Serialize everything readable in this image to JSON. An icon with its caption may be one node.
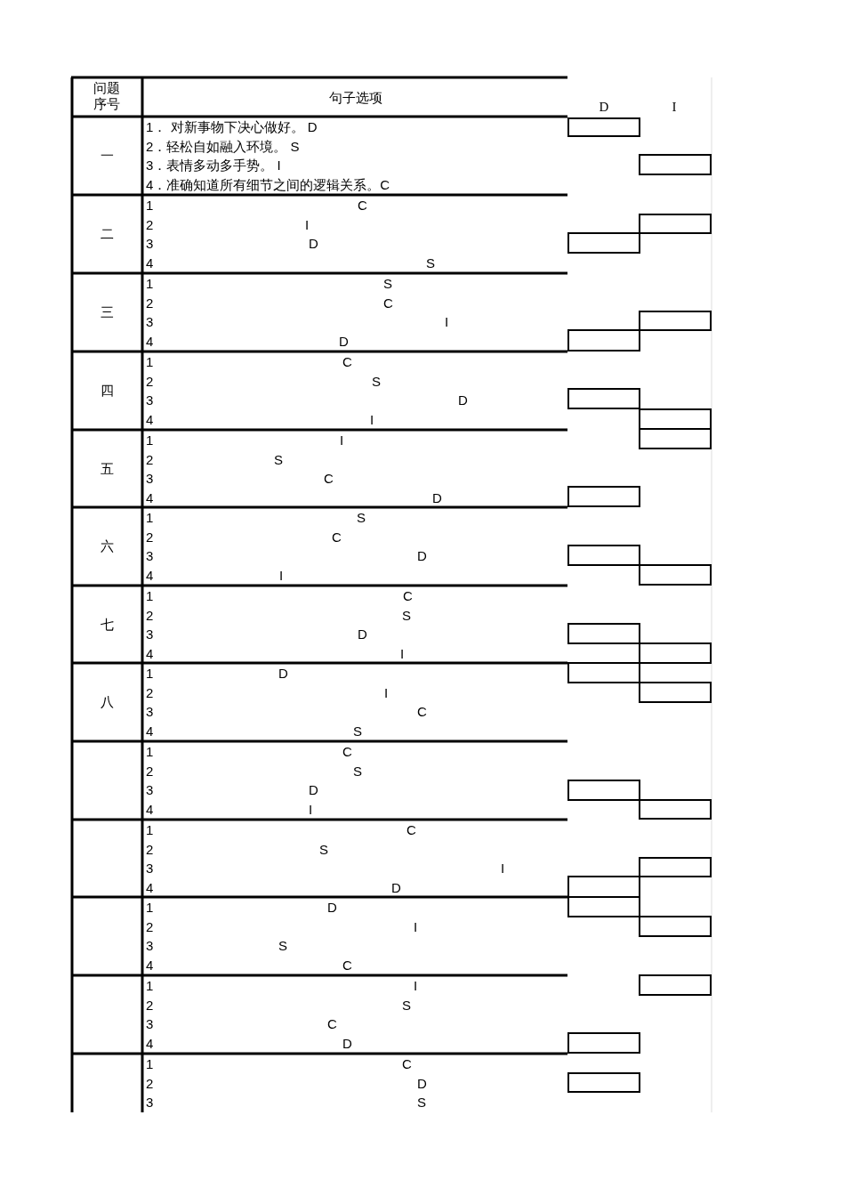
{
  "diagram": {
    "labels": [
      "问题序号",
      "句子选项",
      "D",
      "I",
      "一",
      "1． 对新事物下决心做好。 D",
      "2．轻松自如融入环境。 S",
      "3．表情多动多手势。 I",
      "4．准确知道所有细节之间的逻辑关系。C",
      "二",
      "1",
      "C",
      "2",
      "I",
      "3",
      "D",
      "4",
      "S",
      "三",
      "1",
      "S",
      "2",
      "C",
      "3",
      "I",
      "4",
      "D",
      "四",
      "1",
      "C",
      "2",
      "S",
      "3",
      "D",
      "4",
      "I",
      "五",
      "1",
      "I",
      "2",
      "S",
      "3",
      "C",
      "4",
      "D",
      "六",
      "1",
      "S",
      "2",
      "C",
      "3",
      "D",
      "4",
      "I",
      "七",
      "1",
      "C",
      "2",
      "S",
      "3",
      "D",
      "4",
      "I",
      "八",
      "1",
      "D",
      "2",
      "I",
      "3",
      "C",
      "4",
      "S",
      "1",
      "C",
      "2",
      "S",
      "3",
      "D",
      "4",
      "I",
      "1",
      "C",
      "2",
      "S",
      "3",
      "I",
      "4",
      "D",
      "1",
      "D",
      "2",
      "I",
      "3",
      "S",
      "4",
      "C",
      "1",
      "I",
      "2",
      "S",
      "3",
      "C",
      "4",
      "D",
      "1",
      "C",
      "2",
      "D",
      "3",
      "S"
    ]
  }
}
